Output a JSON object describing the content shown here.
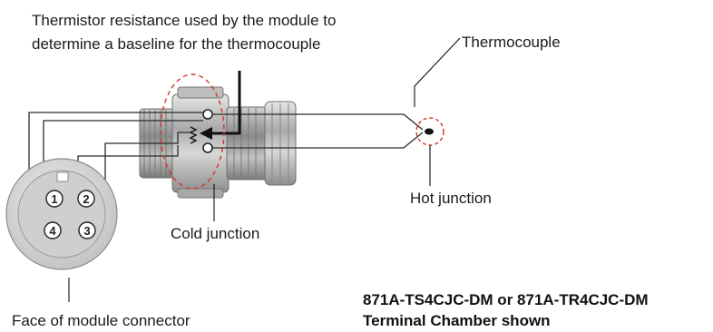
{
  "labels": {
    "thermistor_line1": "Thermistor resistance used by the module to",
    "thermistor_line2": "determine a baseline for the thermocouple",
    "thermocouple": "Thermocouple",
    "hot_junction": "Hot junction",
    "cold_junction": "Cold junction",
    "face_of_connector": "Face of module connector",
    "model_line1": "871A-TS4CJC-DM or 871A-TR4CJC-DM",
    "model_line2": "Terminal Chamber shown"
  },
  "connector_pins": [
    "1",
    "2",
    "4",
    "3"
  ],
  "colors": {
    "wire": "#2b2b2b",
    "callout_dash": "#d9342b",
    "connector_face": "#d4d4d4",
    "terminal_body": "#b9b9b9"
  }
}
